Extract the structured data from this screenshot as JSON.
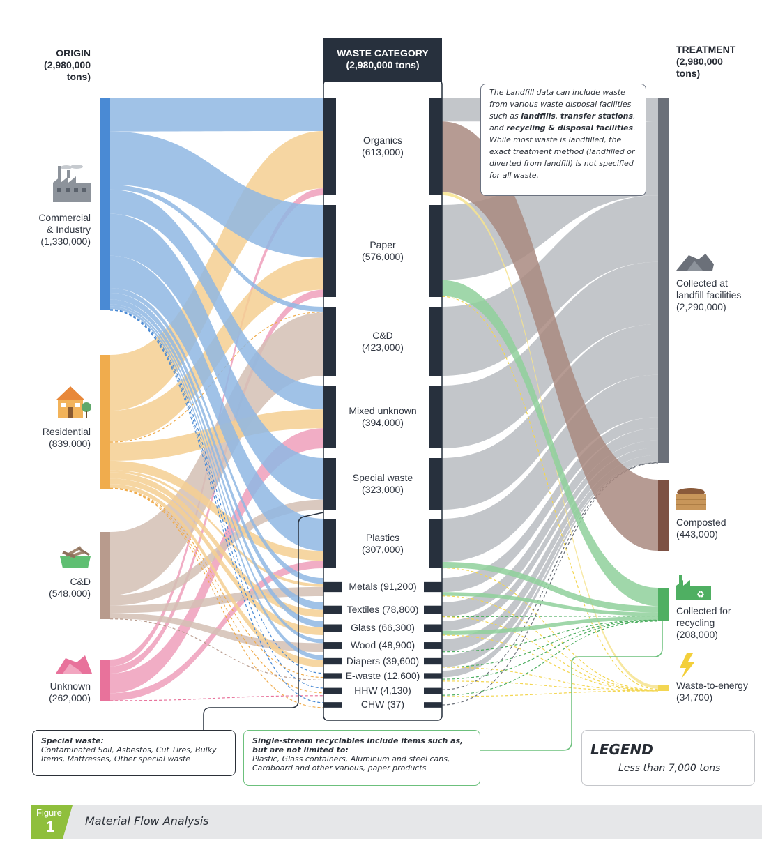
{
  "origin_header": {
    "line1": "ORIGIN",
    "line2": "(2,980,000",
    "line3": "tons)"
  },
  "category_header": {
    "line1": "WASTE CATEGORY",
    "line2": "(2,980,000 tons)"
  },
  "treatment_header": {
    "line1": "TREATMENT",
    "line2": "(2,980,000",
    "line3": "tons)"
  },
  "origins": [
    {
      "key": "ci",
      "label1": "Commercial",
      "label2": "& Industry",
      "label3": "(1,330,000)",
      "tons": 1330000,
      "color": "#4a8ad4",
      "flow_color": "#8fb7e3",
      "icon": "factory-icon"
    },
    {
      "key": "res",
      "label1": "Residential",
      "label2": "(839,000)",
      "label3": "",
      "tons": 839000,
      "color": "#f0ac4d",
      "flow_color": "#f5cf92",
      "icon": "house-icon"
    },
    {
      "key": "cd",
      "label1": "C&D",
      "label2": "(548,000)",
      "label3": "",
      "tons": 548000,
      "color": "#b89b8d",
      "flow_color": "#d3bfb4",
      "icon": "debris-dumpster-icon"
    },
    {
      "key": "unk",
      "label1": "Unknown",
      "label2": "(262,000)",
      "label3": "",
      "tons": 262000,
      "color": "#e8729b",
      "flow_color": "#ef9fbb",
      "icon": "waste-pile-icon"
    }
  ],
  "categories": [
    {
      "key": "org",
      "name": "Organics",
      "value": "(613,000)",
      "tons": 613000
    },
    {
      "key": "pap",
      "name": "Paper",
      "value": "(576,000)",
      "tons": 576000
    },
    {
      "key": "cnd",
      "name": "C&D",
      "value": "(423,000)",
      "tons": 423000
    },
    {
      "key": "mix",
      "name": "Mixed unknown",
      "value": "(394,000)",
      "tons": 394000
    },
    {
      "key": "spe",
      "name": "Special waste",
      "value": "(323,000)",
      "tons": 323000
    },
    {
      "key": "pla",
      "name": "Plastics",
      "value": "(307,000)",
      "tons": 307000
    },
    {
      "key": "met",
      "name": "Metals (91,200)",
      "value": "",
      "tons": 91200
    },
    {
      "key": "tex",
      "name": "Textiles (78,800)",
      "value": "",
      "tons": 78800
    },
    {
      "key": "gla",
      "name": "Glass (66,300)",
      "value": "",
      "tons": 66300
    },
    {
      "key": "woo",
      "name": "Wood (48,900)",
      "value": "",
      "tons": 48900
    },
    {
      "key": "dia",
      "name": "Diapers (39,600)",
      "value": "",
      "tons": 39600
    },
    {
      "key": "ewa",
      "name": "E-waste (12,600)",
      "value": "",
      "tons": 12600
    },
    {
      "key": "hhw",
      "name": "HHW (4,130)",
      "value": "",
      "tons": 4130
    },
    {
      "key": "chw",
      "name": "CHW (37)",
      "value": "",
      "tons": 37
    }
  ],
  "treatments": [
    {
      "key": "lf",
      "label1": "Collected at",
      "label2": "landfill facilities",
      "label3": "(2,290,000)",
      "tons": 2290000,
      "color": "#6b7079",
      "flow_color": "#b9bcc1",
      "icon": "landfill-pile-icon"
    },
    {
      "key": "co",
      "label1": "Composted",
      "label2": "(443,000)",
      "label3": "",
      "tons": 443000,
      "color": "#7d5144",
      "flow_color": "#a98a80",
      "icon": "compost-crate-icon"
    },
    {
      "key": "rc",
      "label1": "Collected for",
      "label2": "recycling",
      "label3": "(208,000)",
      "tons": 208000,
      "color": "#4faf62",
      "flow_color": "#8fd09b",
      "icon": "recycling-factory-icon"
    },
    {
      "key": "we",
      "label1": "Waste-to-energy",
      "label2": "(34,700)",
      "label3": "",
      "tons": 34700,
      "color": "#f3d652",
      "flow_color": "#f6e38e",
      "icon": "lightning-icon"
    }
  ],
  "flows_left": [
    [
      "ci",
      "org",
      210000
    ],
    [
      "res",
      "org",
      360000
    ],
    [
      "unk",
      "org",
      43000
    ],
    [
      "ci",
      "pap",
      330000
    ],
    [
      "res",
      "pap",
      200000
    ],
    [
      "unk",
      "pap",
      46000
    ],
    [
      "ci",
      "cnd",
      30000
    ],
    [
      "res",
      "cnd",
      5000
    ],
    [
      "cd",
      "cnd",
      388000
    ],
    [
      "ci",
      "mix",
      150000
    ],
    [
      "res",
      "mix",
      118000
    ],
    [
      "unk",
      "mix",
      126000
    ],
    [
      "ci",
      "spe",
      260000
    ],
    [
      "cd",
      "spe",
      63000
    ],
    [
      "ci",
      "pla",
      200000
    ],
    [
      "res",
      "pla",
      60000
    ],
    [
      "unk",
      "pla",
      47000
    ],
    [
      "ci",
      "met",
      30000
    ],
    [
      "res",
      "met",
      15000
    ],
    [
      "cd",
      "met",
      46200
    ],
    [
      "ci",
      "tex",
      40000
    ],
    [
      "res",
      "tex",
      38800
    ],
    [
      "ci",
      "gla",
      30000
    ],
    [
      "res",
      "gla",
      36300
    ],
    [
      "ci",
      "woo",
      15000
    ],
    [
      "cd",
      "woo",
      33900
    ],
    [
      "ci",
      "dia",
      15000
    ],
    [
      "res",
      "dia",
      24600
    ],
    [
      "ci",
      "ewa",
      6000
    ],
    [
      "res",
      "ewa",
      4000
    ],
    [
      "cd",
      "ewa",
      2600
    ],
    [
      "ci",
      "hhw",
      2000
    ],
    [
      "res",
      "hhw",
      1500
    ],
    [
      "unk",
      "hhw",
      630
    ],
    [
      "ci",
      "chw",
      20
    ],
    [
      "res",
      "chw",
      17
    ]
  ],
  "flows_right": [
    [
      "org",
      "lf",
      150000
    ],
    [
      "org",
      "co",
      443000
    ],
    [
      "org",
      "we",
      20000
    ],
    [
      "pap",
      "lf",
      470000
    ],
    [
      "pap",
      "rc",
      100000
    ],
    [
      "pap",
      "we",
      6000
    ],
    [
      "cnd",
      "lf",
      423000
    ],
    [
      "mix",
      "lf",
      394000
    ],
    [
      "spe",
      "lf",
      323000
    ],
    [
      "pla",
      "lf",
      268000
    ],
    [
      "pla",
      "rc",
      35000
    ],
    [
      "pla",
      "we",
      4000
    ],
    [
      "met",
      "lf",
      71000
    ],
    [
      "met",
      "rc",
      19000
    ],
    [
      "met",
      "we",
      1200
    ],
    [
      "tex",
      "lf",
      76000
    ],
    [
      "tex",
      "rc",
      1000
    ],
    [
      "tex",
      "we",
      1800
    ],
    [
      "gla",
      "lf",
      46000
    ],
    [
      "gla",
      "rc",
      20000
    ],
    [
      "gla",
      "we",
      300
    ],
    [
      "woo",
      "lf",
      47400
    ],
    [
      "woo",
      "rc",
      1500
    ],
    [
      "dia",
      "lf",
      39000
    ],
    [
      "dia",
      "rc",
      300
    ],
    [
      "dia",
      "we",
      300
    ],
    [
      "ewa",
      "lf",
      7900
    ],
    [
      "ewa",
      "rc",
      4500
    ],
    [
      "ewa",
      "we",
      200
    ],
    [
      "hhw",
      "lf",
      3200
    ],
    [
      "hhw",
      "rc",
      900
    ],
    [
      "hhw",
      "we",
      30
    ],
    [
      "chw",
      "lf",
      37
    ]
  ],
  "dashed_threshold": 7000,
  "landfill_note": {
    "t1": "The Landfill data can include waste from various waste disposal facilities such as ",
    "b1": "landfills",
    "t2": ", ",
    "b2": "transfer stations",
    "t3": ", and ",
    "b3": "recycling & disposal facilities",
    "t4": ". While most waste is landfilled, the exact treatment method (landfilled or diverted from landfill) is not specified for all waste."
  },
  "special_note": {
    "title": "Special waste:",
    "body": "Contaminated Soil, Asbestos, Cut Tires, Bulky Items, Mattresses, Other special waste"
  },
  "recycle_note": {
    "title": "Single-stream recyclables include items such as, but are not limited to:",
    "body": "Plastic, Glass containers, Aluminum and steel cans, Cardboard and other various, paper products"
  },
  "legend": {
    "title": "LEGEND",
    "item": "Less than 7,000 tons"
  },
  "figure": {
    "word": "Figure",
    "number": "1",
    "title": "Material Flow Analysis"
  },
  "colors": {
    "dark": "#27303d",
    "footer_bar": "#e6e7e9",
    "badge": "#8fbf3c",
    "recycle_note_border": "#6cc07c"
  }
}
